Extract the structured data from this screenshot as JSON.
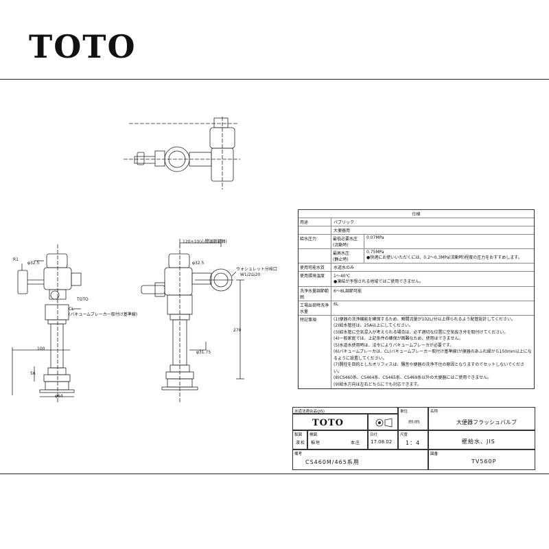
{
  "brand": {
    "logo": "TOTO"
  },
  "drawing": {
    "dims": {
      "r1": "R1",
      "d325_left": "φ32.5",
      "toto_label": "TOTO",
      "cl_note": "CL\n(バキュームブレーカー取付け基準線)",
      "d100": "100",
      "d56": "56",
      "d64": "φ64",
      "top_note": "120±10(心間調節範囲)",
      "d325_right": "φ32.5",
      "washlet": "ウォシュレット分岐口",
      "washlet_thread": "W1/2山20",
      "d270": "270",
      "d3175": "φ31.75"
    }
  },
  "spec": {
    "header": "仕様",
    "rows": [
      {
        "label": "用途",
        "value": "パブリック"
      },
      {
        "label": "",
        "value": "大便器用"
      },
      {
        "label": "給水圧力",
        "sub": "最低必要水圧\n(流動時)",
        "value": "0.07MPa"
      },
      {
        "label": "",
        "sub": "最高水圧\n(静止時)",
        "value": "0.75MPa",
        "note": "●快適にお使いいただくには、0.2〜0.3MPa(流動時)程度の圧力をおすすめします。"
      },
      {
        "label": "使用可能水質",
        "value": "水道水のみ"
      },
      {
        "label": "使用環境温度",
        "value": "1〜40℃",
        "note": "●凍結が予想される地域ではご使用できません。"
      },
      {
        "label": "洗浄水量調節範囲",
        "value": "6〜8L調節可能"
      },
      {
        "label": "工場出荷時洗浄水量",
        "value": "6L"
      },
      {
        "label": "特記事項",
        "notes": [
          "(1)便器の洗浄機能を確保するため、瞬間流量が102L/分以上得られるよう配管設計してください。",
          "(2)給水管径は、25A以上にしてください。",
          "(3)給水管に空気混入が考えられる場合は、必ず適切な位置に空気抜き弁を取付けてください。",
          "(4)一般家庭では、上記条件の確保が困難なため、使用はできません。",
          "(5)水道水使用時は、法令によりバキュームブレーカが必要です。",
          "(6)バキュームブレーカは、CL(バキュームブレーカー取付け基準線)が便器のあふれ縁から150mm以上になるように設置してください。",
          "(7)開栓を目的としたオリフィスは、騒音や便器の洗浄不住の原因となりますのでセットしないでください。",
          "(8)CS460系、CS464系、CS465系、CS469系以外の大便器にはご使用できません。",
          "(9)給水方向は左右どちらにでも対応できます。"
        ]
      }
    ]
  },
  "title_block": {
    "standard": "水道法適合品(JIS)",
    "logo": "TOTO",
    "unit_label": "単位",
    "unit": "mm",
    "name_label": "名称",
    "name": "大便器フラッシュバルブ",
    "spec_name": "壁給水、JIS",
    "drawn_label": "製図",
    "drawn": "濱松",
    "check_label": "検図",
    "check": "稲垣",
    "approve": "本庄",
    "date_label": "日付",
    "date": "17.08.02",
    "scale_label": "尺度",
    "scale": "1：4",
    "remarks_label": "備考",
    "remarks": "CS460M/465系用",
    "figno_label": "図番",
    "figno": "TV560P"
  }
}
